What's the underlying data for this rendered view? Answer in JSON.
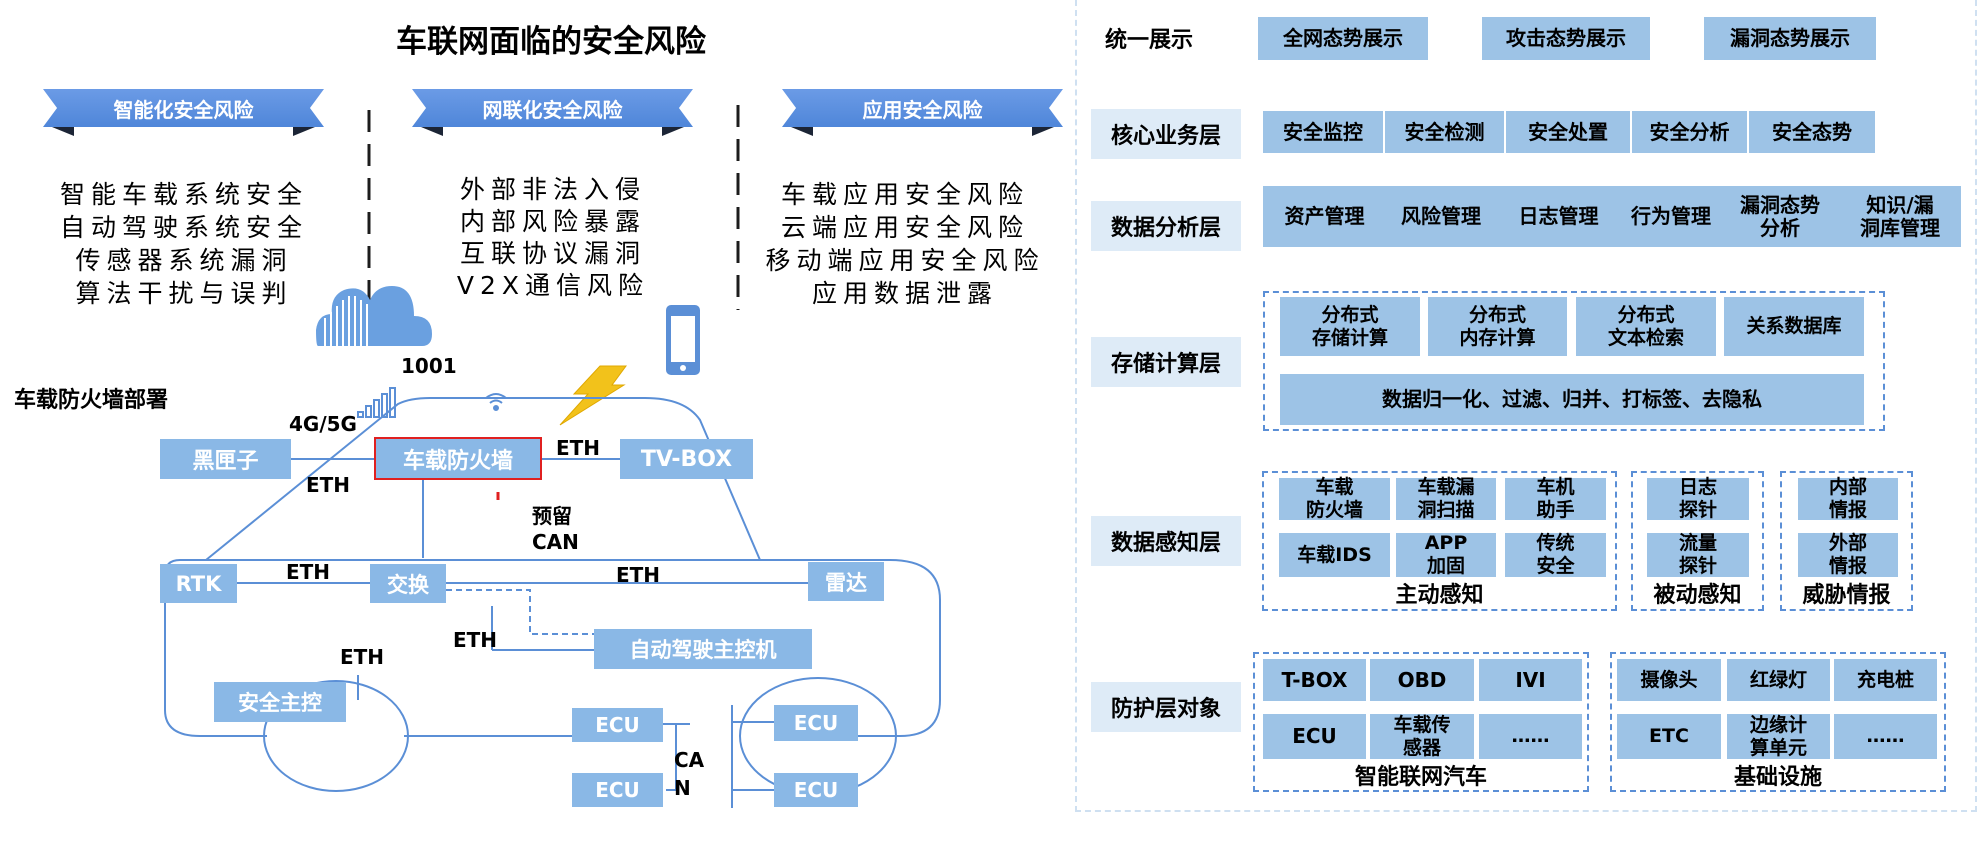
{
  "title": "车联网面临的安全风险",
  "risk_columns": [
    {
      "banner": "智能化安全风险",
      "items": [
        "智能车载系统安全",
        "自动驾驶系统安全",
        "传感器系统漏洞",
        "算法干扰与误判"
      ]
    },
    {
      "banner": "网联化安全风险",
      "items": [
        "外部非法入侵",
        "内部风险暴露",
        "互联协议漏洞",
        "V2X通信风险"
      ]
    },
    {
      "banner": "应用安全风险",
      "items": [
        "车载应用安全风险",
        "云端应用安全风险",
        "移动端应用安全风险",
        "应用数据泄露"
      ]
    }
  ],
  "deployment": {
    "title": "车载防火墙部署",
    "labels": {
      "num": "1001",
      "net": "4G/5G",
      "reserve": "预留\nCAN",
      "can": "CA\nN"
    },
    "boxes": {
      "blackbox": "黑匣子",
      "firewall": "车载防火墙",
      "tvbox": "TV-BOX",
      "rtk": "RTK",
      "switch": "交换",
      "radar": "雷达",
      "adas": "自动驾驶主控机",
      "safety": "安全主控",
      "ecu1": "ECU",
      "ecu2": "ECU",
      "ecu3": "ECU",
      "ecu4": "ECU"
    },
    "eth": "ETH",
    "colors": {
      "box": "#8ab8e6",
      "line": "#5b8fd6",
      "firewall_border": "#e02020"
    }
  },
  "architecture": {
    "layers": {
      "display": {
        "label": "统一展示",
        "items": [
          "全网态势展示",
          "攻击态势展示",
          "漏洞态势展示"
        ]
      },
      "core": {
        "label": "核心业务层",
        "items": [
          "安全监控",
          "安全检测",
          "安全处置",
          "安全分析",
          "安全态势"
        ]
      },
      "analysis": {
        "label": "数据分析层",
        "items": [
          "资产管理",
          "风险管理",
          "日志管理",
          "行为管理",
          "漏洞态势\n分析",
          "知识/漏\n洞库管理"
        ]
      },
      "storage": {
        "label": "存储计算层",
        "items": [
          "分布式\n存储计算",
          "分布式\n内存计算",
          "分布式\n文本检索",
          "关系数据库"
        ],
        "wide": "数据归一化、过滤、归并、打标签、去隐私"
      },
      "perception": {
        "label": "数据感知层",
        "active": {
          "title": "主动感知",
          "items": [
            "车载\n防火墙",
            "车载漏\n洞扫描",
            "车机\n助手",
            "车载IDS",
            "APP\n加固",
            "传统\n安全"
          ]
        },
        "passive": {
          "title": "被动感知",
          "items": [
            "日志\n探针",
            "流量\n探针"
          ]
        },
        "intel": {
          "title": "威胁情报",
          "items": [
            "内部\n情报",
            "外部\n情报"
          ]
        }
      },
      "protection": {
        "label": "防护层对象",
        "vehicle": {
          "title": "智能联网汽车",
          "items": [
            "T-BOX",
            "OBD",
            "IVI",
            "ECU",
            "车载传\n感器",
            "……"
          ]
        },
        "infra": {
          "title": "基础设施",
          "items": [
            "摄像头",
            "红绿灯",
            "充电桩",
            "ETC",
            "边缘计\n算单元",
            "……"
          ]
        }
      }
    },
    "colors": {
      "label_bg": "#deebf7",
      "cell_bg": "#9dc3e6",
      "dashed": "#5b8fd6"
    }
  }
}
